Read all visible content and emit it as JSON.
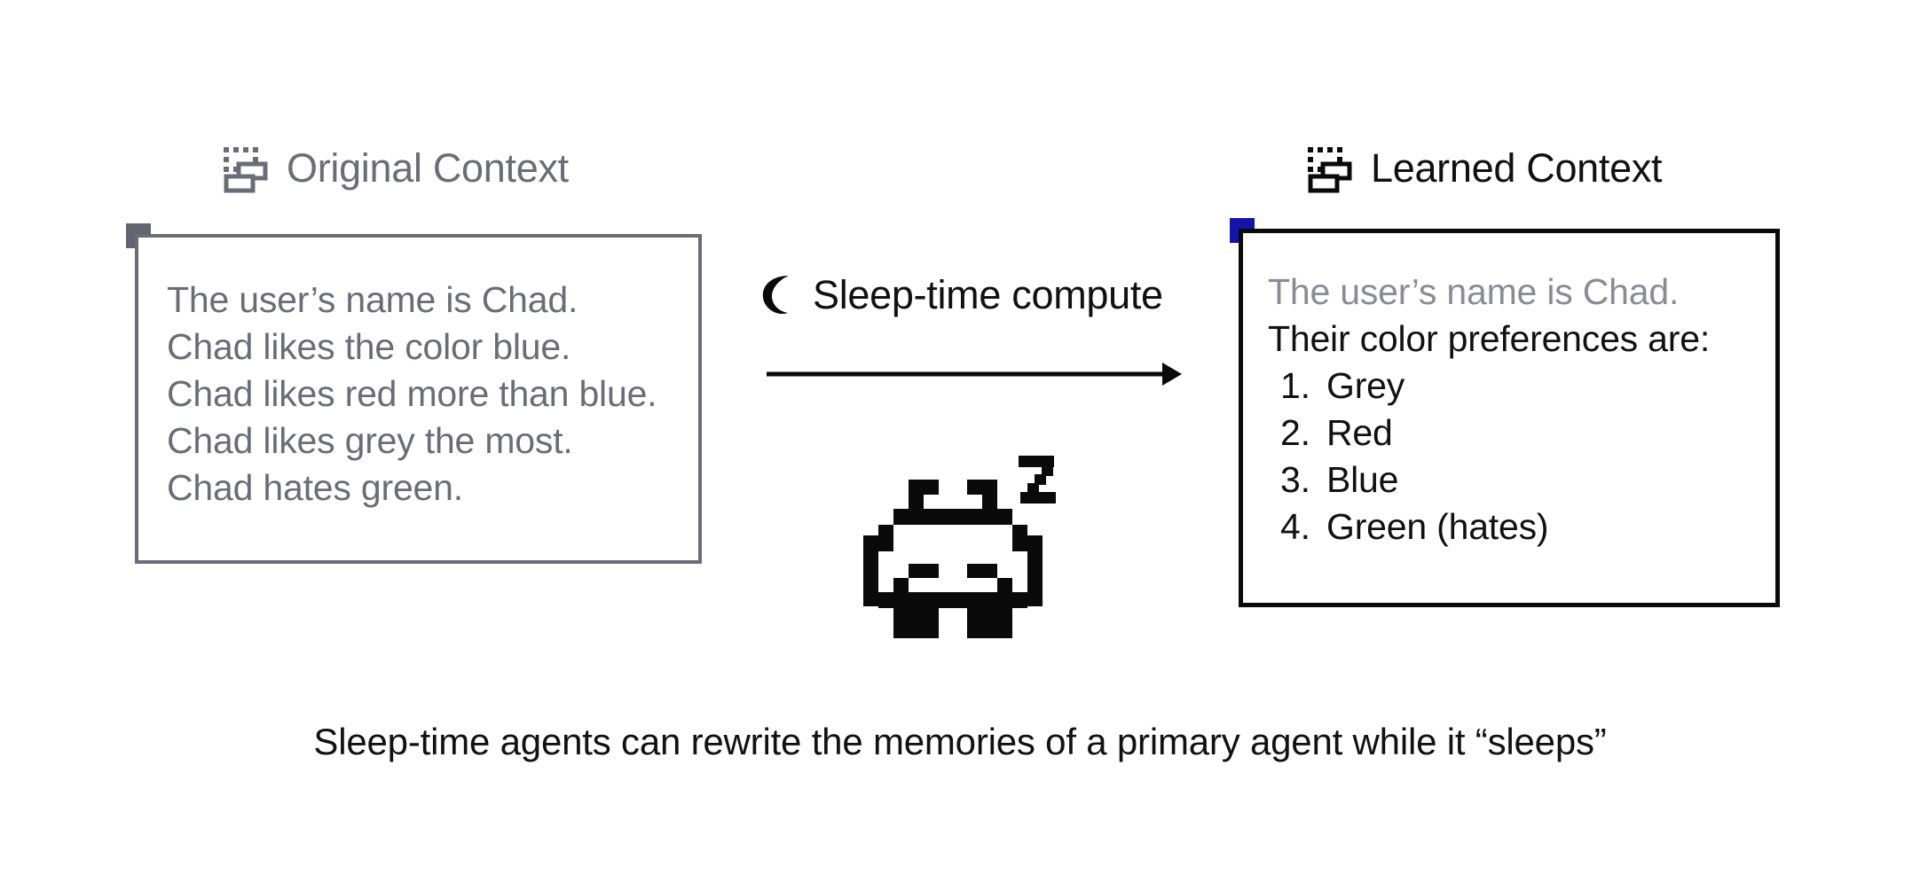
{
  "panels": {
    "original": {
      "header_label": "Original Context",
      "icon": "context-stack-icon",
      "marker_color": "#646370",
      "border_color": "#6c6c78",
      "lines": [
        "The user’s name is Chad.",
        "Chad likes the color blue.",
        "Chad likes red more than blue.",
        "Chad likes grey the most.",
        "Chad hates green."
      ]
    },
    "learned": {
      "header_label": "Learned Context",
      "icon": "context-stack-icon",
      "marker_color": "#1414a8",
      "border_color": "#0a0a0a",
      "muted_line": "The user’s name is Chad.",
      "intro_line": "Their color preferences are:",
      "preferences": [
        {
          "num": "1.",
          "label": "Grey"
        },
        {
          "num": "2.",
          "label": "Red"
        },
        {
          "num": "3.",
          "label": "Blue"
        },
        {
          "num": "4.",
          "label": "Green (hates)"
        }
      ]
    }
  },
  "middle": {
    "sleep_label": "Sleep-time compute",
    "moon_icon": "crescent-moon-icon",
    "arrow_icon": "right-arrow-icon",
    "agent_icon": "sleeping-space-invader-icon"
  },
  "caption": "Sleep-time agents can rewrite the memories of a primary agent while it “sleeps”"
}
